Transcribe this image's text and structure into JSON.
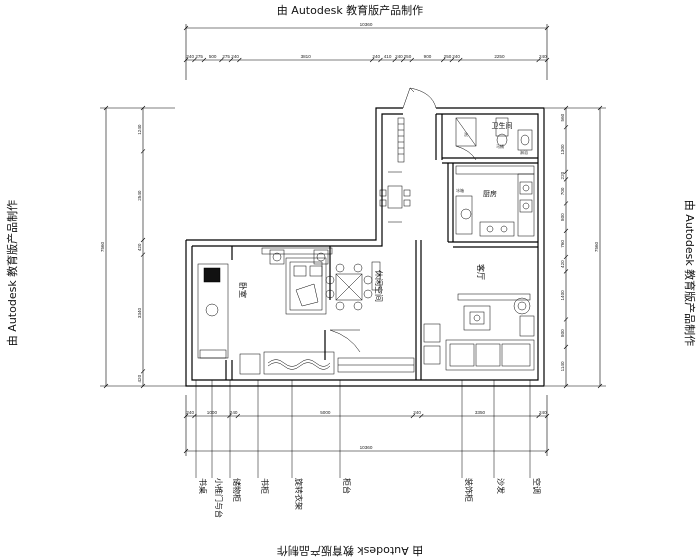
{
  "watermark": "由 Autodesk 教育版产品制作",
  "dimensions": {
    "top_total": "10360",
    "top_segments": [
      "240",
      "275",
      "500",
      "275",
      "240",
      "3810",
      "240",
      "410",
      "240",
      "250",
      "900",
      "250",
      "240",
      "2250",
      "240"
    ],
    "bottom_total": "10360",
    "bottom_segments": [
      "240",
      "1000",
      "240",
      "5000",
      "240",
      "3350",
      "240"
    ],
    "left_total": "7560",
    "left_segments": [
      "1240",
      "2540",
      "420",
      "3340",
      "420"
    ],
    "right_total": "7560",
    "right_segments": [
      "560",
      "1300",
      "220",
      "700",
      "800",
      "760",
      "420",
      "1400",
      "800",
      "1140"
    ]
  },
  "rooms": {
    "bathroom": "卫生间",
    "kitchen": "厨房",
    "living": "客厅",
    "bedroom": "卧室",
    "leisure": "休闲空间"
  },
  "callouts": [
    "书桌",
    "小推门与台",
    "储物柜",
    "书柜",
    "旋转衣架",
    "柜台",
    "装饰柜",
    "沙发",
    "空调"
  ],
  "fixture_labels": [
    "洗",
    "马桶",
    "淋浴",
    "冰箱"
  ]
}
